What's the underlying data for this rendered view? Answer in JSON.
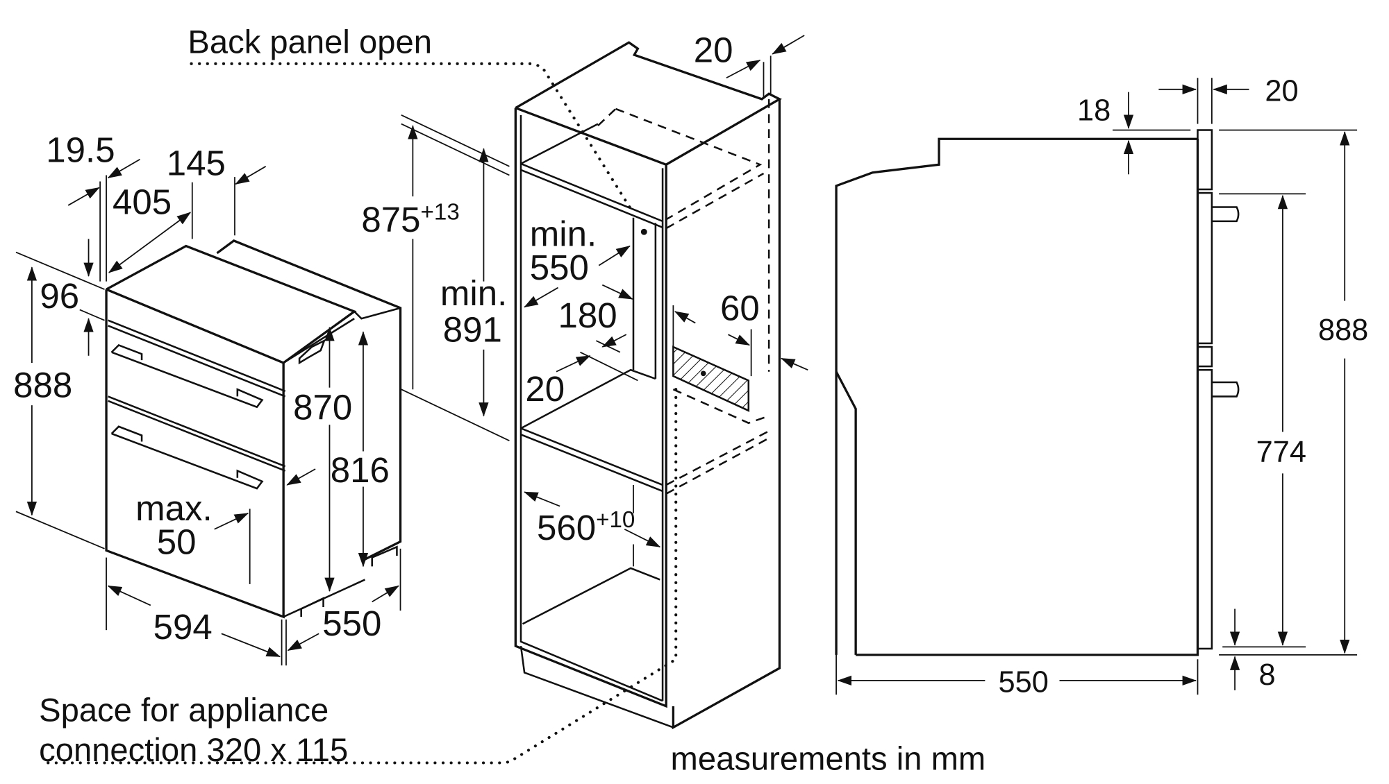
{
  "title": "Built-in double oven installation dimensions",
  "colors": {
    "line": "#111111",
    "background": "#ffffff"
  },
  "notes": {
    "back_panel": "Back panel open",
    "connection_space_line1": "Space for appliance",
    "connection_space_line2": "connection 320 x 115",
    "units": "measurements in mm"
  },
  "appliance_view": {
    "depth_trim": "19.5",
    "depth_body": "405",
    "depth_rear": "145",
    "control_panel_height": "96",
    "overall_height": "888",
    "body_height": "870",
    "rear_height": "816",
    "door_clearance_line1": "max.",
    "door_clearance_line2": "50",
    "width": "594",
    "depth": "550"
  },
  "cabinet_view": {
    "niche_height": "875",
    "niche_height_tolerance": "+13",
    "min_height_label": "min.",
    "min_height_value": "891",
    "min_depth_label": "min.",
    "min_depth_value": "550",
    "rear_gap": "180",
    "shelf_thickness": "20",
    "vent_depth": "60",
    "top_offset": "20",
    "niche_width": "560",
    "niche_width_tolerance": "+10"
  },
  "side_view": {
    "front_thickness": "20",
    "top_offset": "18",
    "overall_height": "888",
    "door_height": "774",
    "bottom_offset": "8",
    "depth": "550"
  }
}
